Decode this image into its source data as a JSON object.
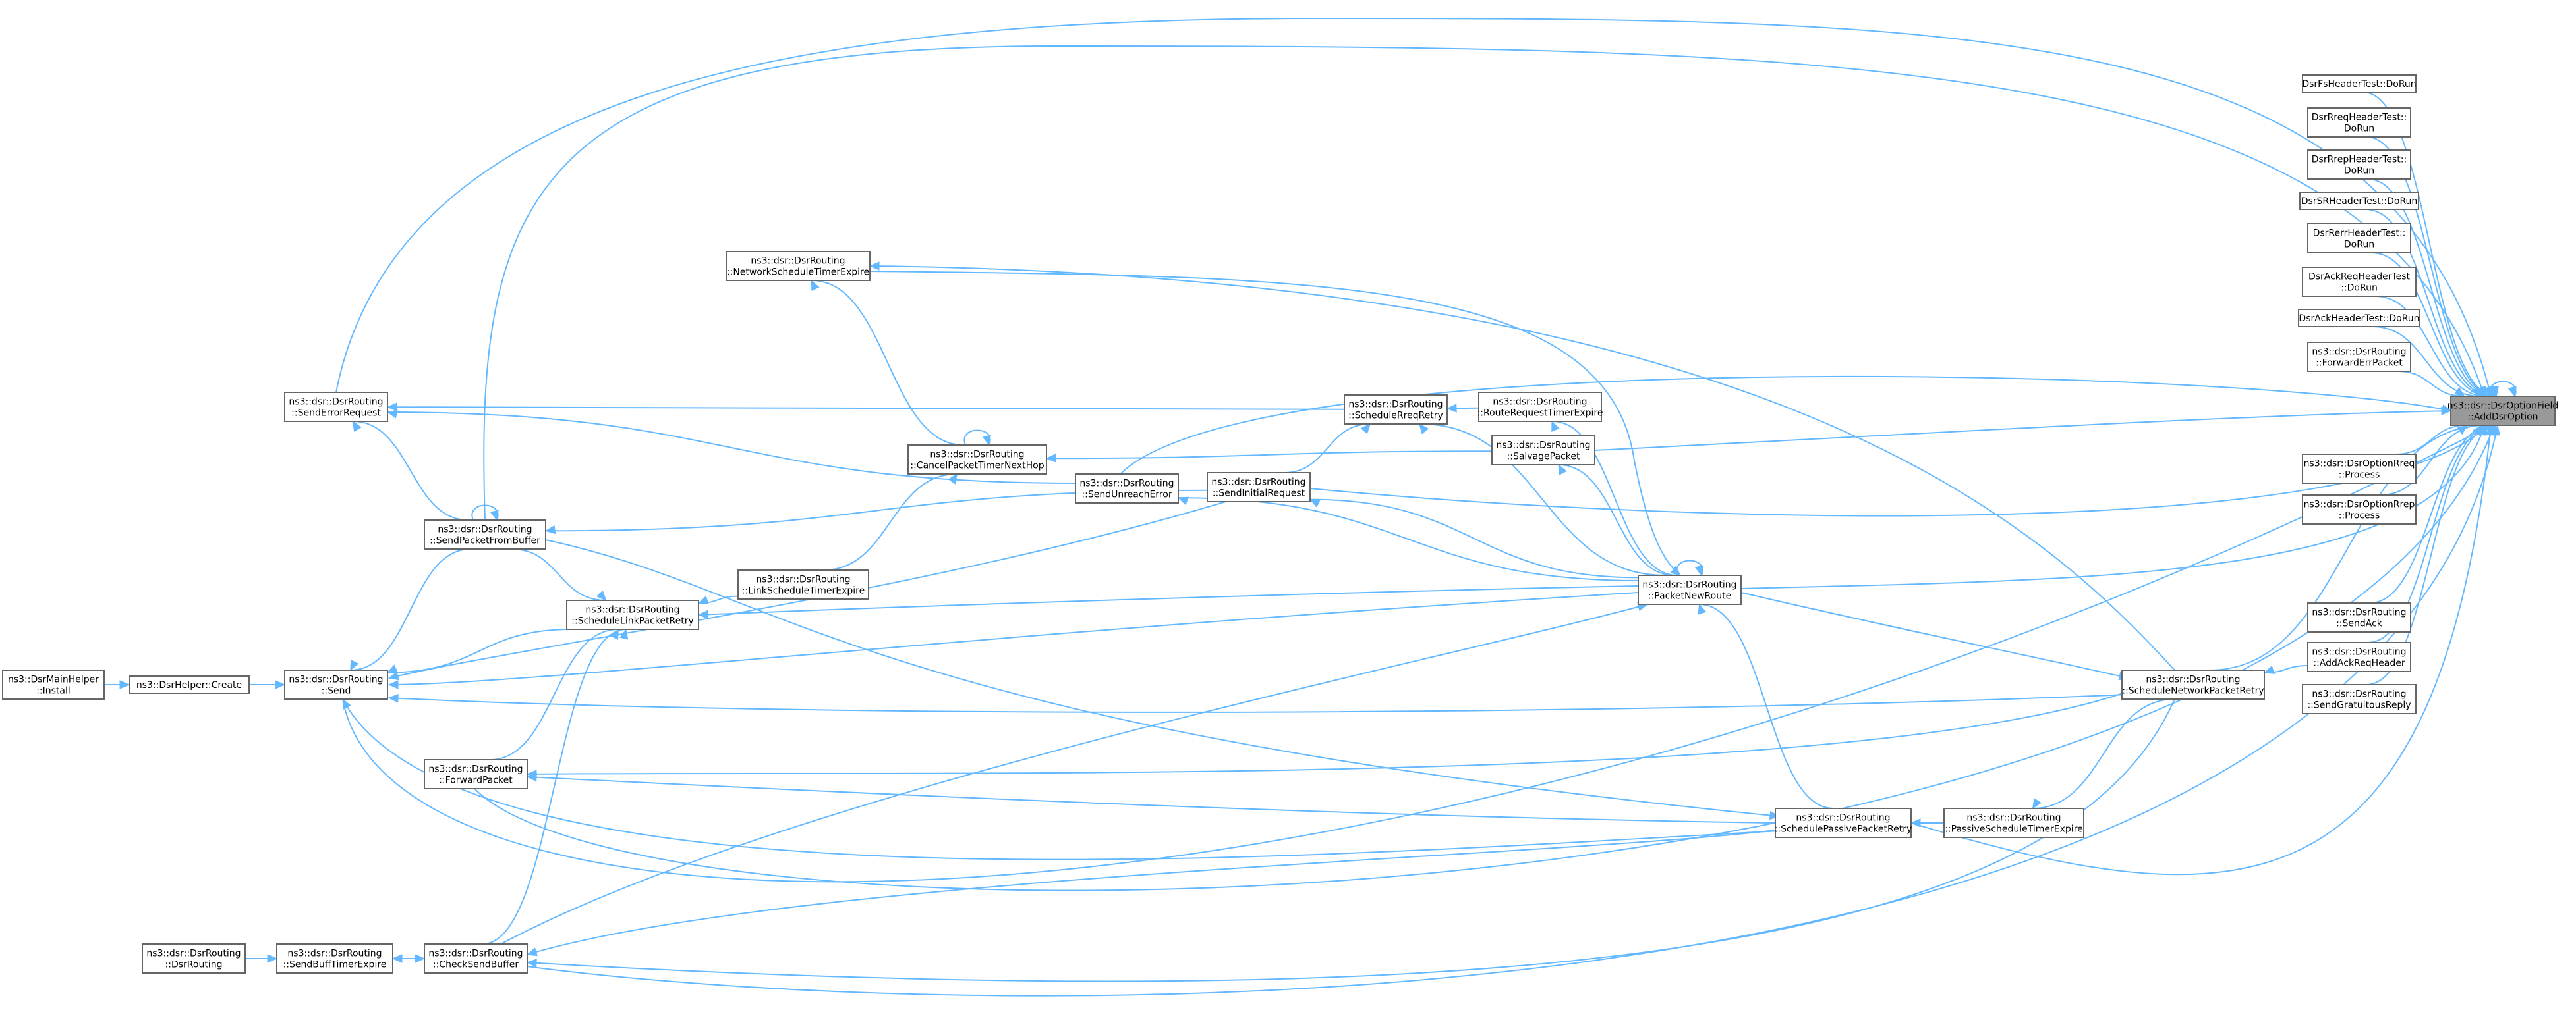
{
  "diagram": {
    "nodes": [
      {
        "id": "focus",
        "lines": [
          "ns3::dsr::DsrOptionField",
          "::AddDsrOption"
        ],
        "focus": true
      },
      {
        "id": "fs",
        "lines": [
          "DsrFsHeaderTest::DoRun"
        ]
      },
      {
        "id": "rreqh",
        "lines": [
          "DsrRreqHeaderTest::",
          "DoRun"
        ]
      },
      {
        "id": "rreph",
        "lines": [
          "DsrRrepHeaderTest::",
          "DoRun"
        ]
      },
      {
        "id": "srh",
        "lines": [
          "DsrSRHeaderTest::DoRun"
        ]
      },
      {
        "id": "rerrh",
        "lines": [
          "DsrRerrHeaderTest::",
          "DoRun"
        ]
      },
      {
        "id": "ackreqh",
        "lines": [
          "DsrAckReqHeaderTest",
          "::DoRun"
        ]
      },
      {
        "id": "ackh",
        "lines": [
          "DsrAckHeaderTest::DoRun"
        ]
      },
      {
        "id": "fwderr",
        "lines": [
          "ns3::dsr::DsrRouting",
          "::ForwardErrPacket"
        ]
      },
      {
        "id": "optrreq",
        "lines": [
          "ns3::dsr::DsrOptionRreq",
          "::Process"
        ]
      },
      {
        "id": "optrrep",
        "lines": [
          "ns3::dsr::DsrOptionRrep",
          "::Process"
        ]
      },
      {
        "id": "sendack",
        "lines": [
          "ns3::dsr::DsrRouting",
          "::SendAck"
        ]
      },
      {
        "id": "addack",
        "lines": [
          "ns3::dsr::DsrRouting",
          "::AddAckReqHeader"
        ]
      },
      {
        "id": "gratuitous",
        "lines": [
          "ns3::dsr::DsrRouting",
          "::SendGratuitousReply"
        ]
      },
      {
        "id": "netsched",
        "lines": [
          "ns3::dsr::DsrRouting",
          "::NetworkScheduleTimerExpire"
        ]
      },
      {
        "id": "senderr",
        "lines": [
          "ns3::dsr::DsrRouting",
          "::SendErrorRequest"
        ]
      },
      {
        "id": "cancel",
        "lines": [
          "ns3::dsr::DsrRouting",
          "::CancelPacketTimerNextHop"
        ]
      },
      {
        "id": "rreqretry",
        "lines": [
          "ns3::dsr::DsrRouting",
          "::ScheduleRreqRetry"
        ]
      },
      {
        "id": "routereq",
        "lines": [
          "ns3::dsr::DsrRouting",
          "::RouteRequestTimerExpire"
        ]
      },
      {
        "id": "salvage",
        "lines": [
          "ns3::dsr::DsrRouting",
          "::SalvagePacket"
        ]
      },
      {
        "id": "unreach",
        "lines": [
          "ns3::dsr::DsrRouting",
          "::SendUnreachError"
        ]
      },
      {
        "id": "initreq",
        "lines": [
          "ns3::dsr::DsrRouting",
          "::SendInitialRequest"
        ]
      },
      {
        "id": "fromBuffer",
        "lines": [
          "ns3::dsr::DsrRouting",
          "::SendPacketFromBuffer"
        ]
      },
      {
        "id": "linkexp",
        "lines": [
          "ns3::dsr::DsrRouting",
          "::LinkScheduleTimerExpire"
        ]
      },
      {
        "id": "linkretry",
        "lines": [
          "ns3::dsr::DsrRouting",
          "::ScheduleLinkPacketRetry"
        ]
      },
      {
        "id": "newroute",
        "lines": [
          "ns3::dsr::DsrRouting",
          "::PacketNewRoute"
        ]
      },
      {
        "id": "mainhelper",
        "lines": [
          "ns3::DsrMainHelper",
          "::Install"
        ]
      },
      {
        "id": "create",
        "lines": [
          "ns3::DsrHelper::Create"
        ]
      },
      {
        "id": "send",
        "lines": [
          "ns3::dsr::DsrRouting",
          "::Send"
        ]
      },
      {
        "id": "netretry",
        "lines": [
          "ns3::dsr::DsrRouting",
          "::ScheduleNetworkPacketRetry"
        ]
      },
      {
        "id": "forward",
        "lines": [
          "ns3::dsr::DsrRouting",
          "::ForwardPacket"
        ]
      },
      {
        "id": "passretry",
        "lines": [
          "ns3::dsr::DsrRouting",
          "::SchedulePassivePacketRetry"
        ]
      },
      {
        "id": "passexp",
        "lines": [
          "ns3::dsr::DsrRouting",
          "::PassiveScheduleTimerExpire"
        ]
      },
      {
        "id": "ctor",
        "lines": [
          "ns3::dsr::DsrRouting",
          "::DsrRouting"
        ]
      },
      {
        "id": "buftimer",
        "lines": [
          "ns3::dsr::DsrRouting",
          "::SendBuffTimerExpire"
        ]
      },
      {
        "id": "checkbuf",
        "lines": [
          "ns3::dsr::DsrRouting",
          "::CheckSendBuffer"
        ]
      }
    ],
    "edges": [
      [
        "fs",
        "focus"
      ],
      [
        "rreqh",
        "focus"
      ],
      [
        "rreph",
        "focus"
      ],
      [
        "srh",
        "focus"
      ],
      [
        "rerrh",
        "focus"
      ],
      [
        "ackreqh",
        "focus"
      ],
      [
        "ackh",
        "focus"
      ],
      [
        "fwderr",
        "focus"
      ],
      [
        "optrreq",
        "focus"
      ],
      [
        "optrrep",
        "focus"
      ],
      [
        "sendack",
        "focus"
      ],
      [
        "addack",
        "focus"
      ],
      [
        "gratuitous",
        "focus"
      ],
      [
        "focus",
        "focus"
      ],
      [
        "senderr",
        "focus"
      ],
      [
        "fromBuffer",
        "focus"
      ],
      [
        "salvage",
        "focus"
      ],
      [
        "unreach",
        "focus"
      ],
      [
        "initreq",
        "focus"
      ],
      [
        "newroute",
        "focus"
      ],
      [
        "netretry",
        "focus"
      ],
      [
        "passretry",
        "focus"
      ],
      [
        "send",
        "focus"
      ],
      [
        "checkbuf",
        "focus"
      ],
      [
        "forward",
        "focus"
      ],
      [
        "cancel",
        "netsched"
      ],
      [
        "netretry",
        "netsched"
      ],
      [
        "linkexp",
        "cancel"
      ],
      [
        "cancel",
        "cancel"
      ],
      [
        "routereq",
        "rreqretry"
      ],
      [
        "newroute",
        "rreqretry"
      ],
      [
        "initreq",
        "rreqretry"
      ],
      [
        "rreqretry",
        "senderr"
      ],
      [
        "fromBuffer",
        "senderr"
      ],
      [
        "unreach",
        "senderr"
      ],
      [
        "salvage",
        "cancel"
      ],
      [
        "newroute",
        "salvage"
      ],
      [
        "newroute",
        "unreach"
      ],
      [
        "newroute",
        "initreq"
      ],
      [
        "newroute",
        "newroute"
      ],
      [
        "newroute",
        "routereq"
      ],
      [
        "netsched",
        "newroute"
      ],
      [
        "newroute",
        "linkretry"
      ],
      [
        "newroute",
        "send"
      ],
      [
        "passretry",
        "newroute"
      ],
      [
        "linkexp",
        "linkretry"
      ],
      [
        "fromBuffer",
        "linkretry"
      ],
      [
        "linkretry",
        "send"
      ],
      [
        "forward",
        "linkretry"
      ],
      [
        "checkbuf",
        "linkretry"
      ],
      [
        "fromBuffer",
        "fromBuffer"
      ],
      [
        "fromBuffer",
        "send"
      ],
      [
        "initreq",
        "send"
      ],
      [
        "fromBuffer",
        "passretry"
      ],
      [
        "mainhelper",
        "create"
      ],
      [
        "create",
        "send"
      ],
      [
        "netretry",
        "send"
      ],
      [
        "newroute",
        "netretry"
      ],
      [
        "netretry",
        "forward"
      ],
      [
        "netretry",
        "checkbuf"
      ],
      [
        "addack",
        "netretry"
      ],
      [
        "netretry",
        "passexp"
      ],
      [
        "passexp",
        "passretry"
      ],
      [
        "passretry",
        "forward"
      ],
      [
        "passretry",
        "send"
      ],
      [
        "passretry",
        "checkbuf"
      ],
      [
        "ctor",
        "buftimer"
      ],
      [
        "buftimer",
        "checkbuf"
      ],
      [
        "checkbuf",
        "buftimer"
      ],
      [
        "checkbuf",
        "newroute"
      ],
      [
        "initreq",
        "fromBuffer"
      ]
    ]
  }
}
